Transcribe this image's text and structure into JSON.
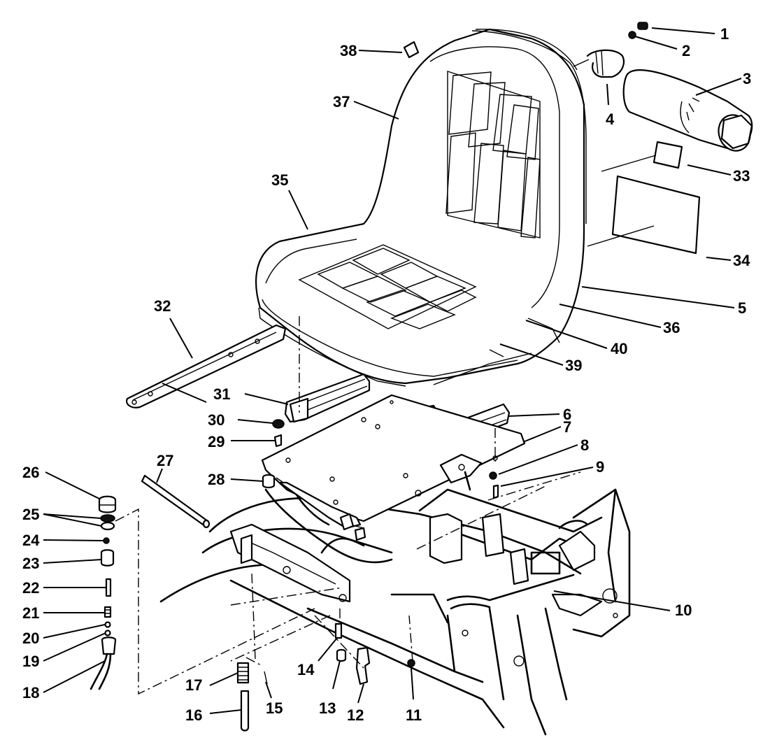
{
  "figure": {
    "callouts": [
      "1",
      "2",
      "3",
      "4",
      "5",
      "6",
      "7",
      "8",
      "9",
      "10",
      "11",
      "12",
      "13",
      "14",
      "15",
      "16",
      "17",
      "18",
      "19",
      "20",
      "21",
      "22",
      "23",
      "24",
      "25",
      "26",
      "27",
      "28",
      "29",
      "30",
      "31",
      "32",
      "33",
      "34",
      "35",
      "36",
      "37",
      "38",
      "39",
      "40"
    ]
  },
  "colors": {
    "ink": "#000000",
    "paper": "#ffffff"
  }
}
